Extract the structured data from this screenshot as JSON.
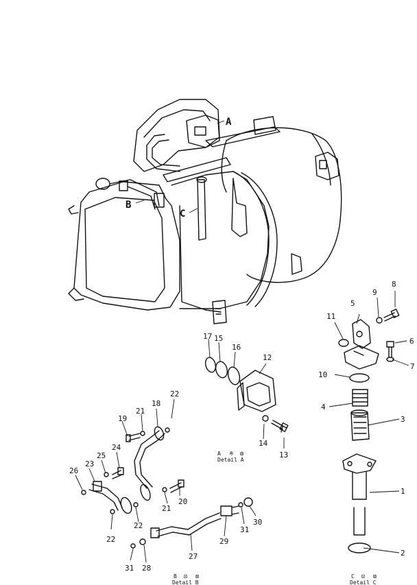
{
  "callouts": {
    "a": "A",
    "b": "B",
    "c": "C"
  },
  "part_numbers": {
    "p1": "1",
    "p2": "2",
    "p3": "3",
    "p4": "4",
    "p5": "5",
    "p6": "6",
    "p7": "7",
    "p8": "8",
    "p9": "9",
    "p10": "10",
    "p11": "11",
    "p12": "12",
    "p13": "13",
    "p14": "14",
    "p15": "15",
    "p16": "16",
    "p17": "17",
    "p18": "18",
    "p19": "19",
    "p20": "20",
    "p21a": "21",
    "p21b": "21",
    "p22a": "22",
    "p22b": "22",
    "p22c": "22",
    "p23": "23",
    "p24": "24",
    "p25": "25",
    "p26": "26",
    "p27": "27",
    "p28": "28",
    "p29": "29",
    "p30": "30",
    "p31a": "31",
    "p31b": "31"
  },
  "details": {
    "a": {
      "code": "A",
      "label": "Detail  A"
    },
    "b": {
      "code": "B",
      "label": "Detail  B"
    },
    "c": {
      "code": "C",
      "label": "Detail  C"
    }
  }
}
